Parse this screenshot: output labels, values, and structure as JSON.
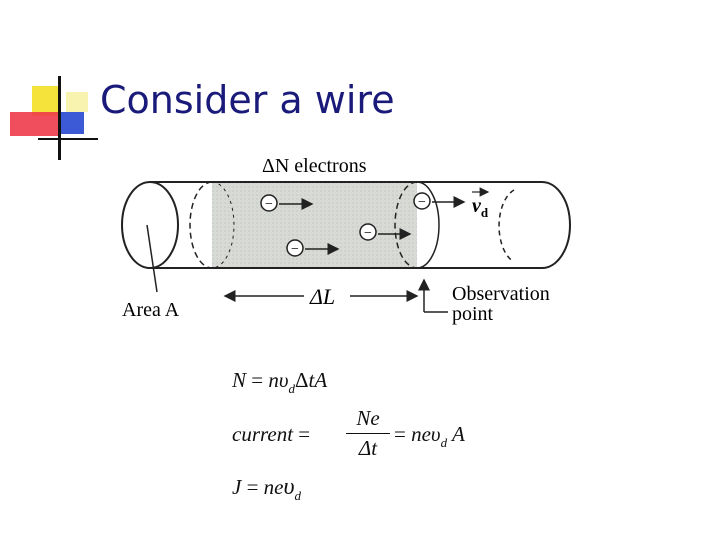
{
  "slide": {
    "title": "Consider a wire"
  },
  "diagram": {
    "electrons_label": "ΔN electrons",
    "velocity_label": "v",
    "velocity_sub": "d",
    "area_label": "Area A",
    "length_label": "ΔL",
    "observation_label_line1": "Observation",
    "observation_label_line2": "point",
    "electron_symbol": "−"
  },
  "equations": {
    "eq1": {
      "lhs": "N",
      "eq": "=",
      "rhs_pre": "n",
      "v": "υ",
      "sub": "d",
      "rhs_post": "Δ",
      "tail": "tA"
    },
    "eq2": {
      "lhs": "current",
      "eq": "=",
      "num": "Ne",
      "den": "Δt",
      "eq2": "=",
      "rhs_pre": "ne",
      "v": "υ",
      "sub": "d",
      "tail": "A"
    },
    "eq3": {
      "lhs": "J",
      "eq": "=",
      "rhs_pre": "ne",
      "v": "υ",
      "sub": "d"
    }
  },
  "colors": {
    "title": "#1a1a7a",
    "logo_yellow": "#f5e23a",
    "logo_red": "#ee3b4a",
    "logo_blue": "#3c5ad6",
    "wire_shade": "#d8dad6"
  }
}
